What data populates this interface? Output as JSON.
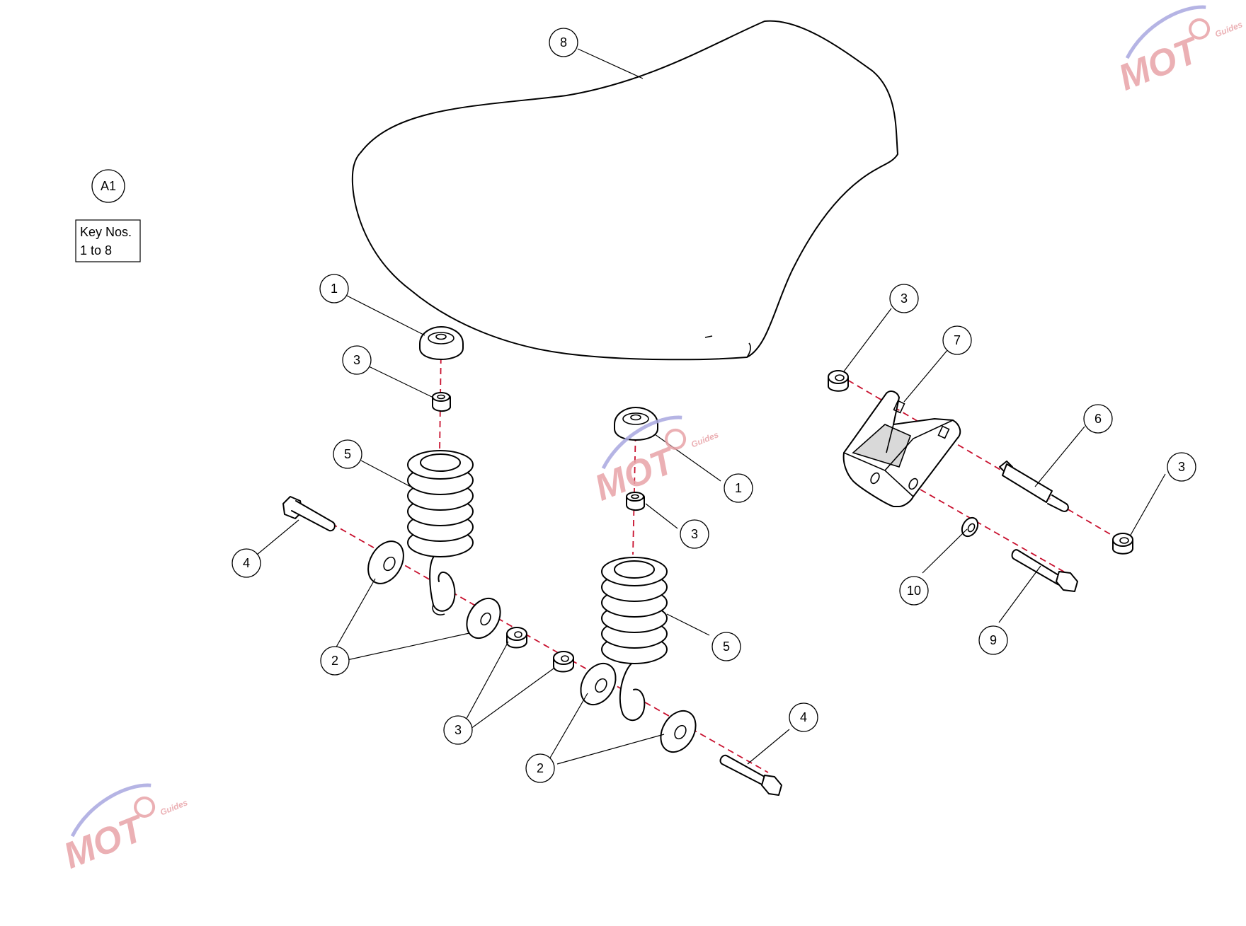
{
  "ref_label": "A1",
  "key_box": {
    "line1": "Key Nos.",
    "line2": "1 to 8"
  },
  "watermark": {
    "brand": "MOT",
    "sub": "Guides",
    "color_main": "#e8a3a8",
    "color_swoosh": "#a9a8e0"
  },
  "colors": {
    "axis": "#c8102e",
    "line": "#000000"
  },
  "callouts": [
    {
      "id": "c8",
      "label": "8"
    },
    {
      "id": "c1a",
      "label": "1"
    },
    {
      "id": "c3a",
      "label": "3"
    },
    {
      "id": "c5a",
      "label": "5"
    },
    {
      "id": "c4a",
      "label": "4"
    },
    {
      "id": "c2a",
      "label": "2"
    },
    {
      "id": "c3b",
      "label": "3"
    },
    {
      "id": "c1b",
      "label": "1"
    },
    {
      "id": "c3c",
      "label": "3"
    },
    {
      "id": "c5b",
      "label": "5"
    },
    {
      "id": "c2b",
      "label": "2"
    },
    {
      "id": "c4b",
      "label": "4"
    },
    {
      "id": "c3d",
      "label": "3"
    },
    {
      "id": "c7",
      "label": "7"
    },
    {
      "id": "c6",
      "label": "6"
    },
    {
      "id": "c3e",
      "label": "3"
    },
    {
      "id": "c10",
      "label": "10"
    },
    {
      "id": "c9",
      "label": "9"
    }
  ]
}
